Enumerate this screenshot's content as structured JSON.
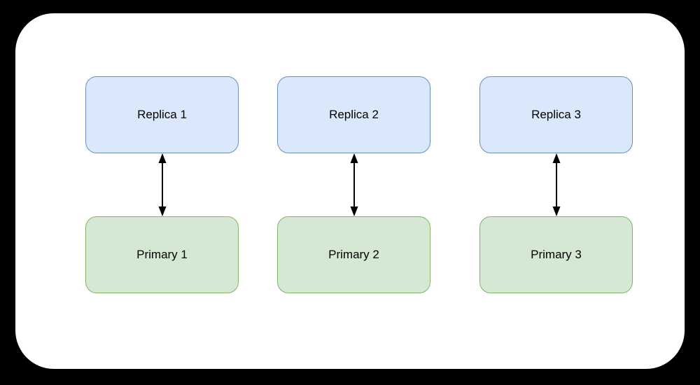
{
  "diagram": {
    "title": "replication-topology-diagram",
    "columns": [
      {
        "replica_label": "Replica 1",
        "primary_label": "Primary 1"
      },
      {
        "replica_label": "Replica 2",
        "primary_label": "Primary 2"
      },
      {
        "replica_label": "Replica 3",
        "primary_label": "Primary 3"
      }
    ],
    "connector_type": "bidirectional-arrow",
    "colors": {
      "background": "#000000",
      "canvas": "#ffffff",
      "replica_fill": "#dae8fc",
      "replica_border": "#6c8ebf",
      "primary_fill": "#d5e8d4",
      "primary_border": "#82b366",
      "arrow": "#000000",
      "text": "#000000"
    }
  }
}
